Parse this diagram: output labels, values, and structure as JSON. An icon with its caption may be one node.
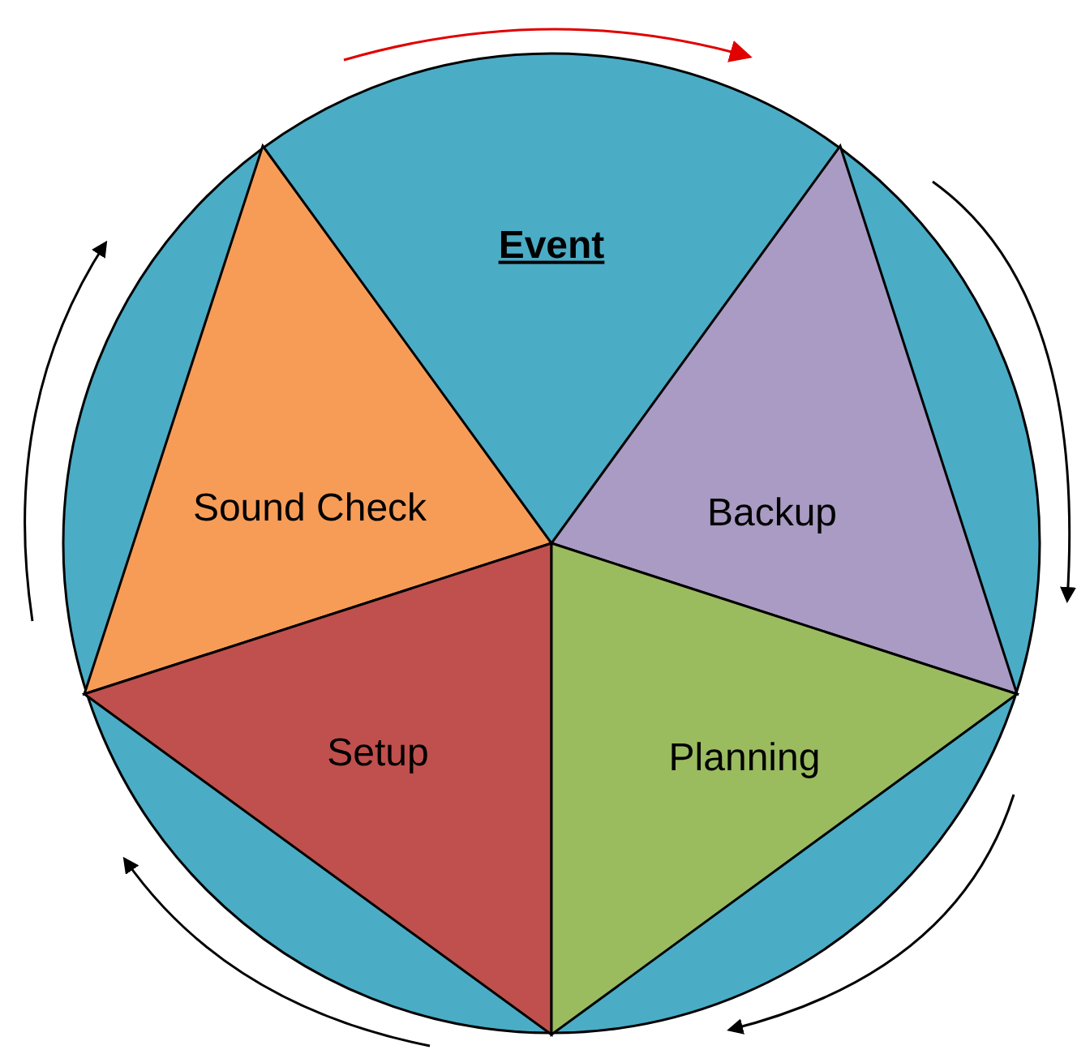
{
  "diagram": {
    "nodes": [
      {
        "text": [
          "Event"
        ]
      },
      {
        "text": [
          "Sound Check"
        ],
        "in": 0
      },
      {
        "text": [
          "Backup"
        ],
        "in": 0
      },
      {
        "text": [
          "Setup"
        ],
        "in": 0
      },
      {
        "text": [
          "Planning"
        ],
        "in": 0
      }
    ]
  }
}
